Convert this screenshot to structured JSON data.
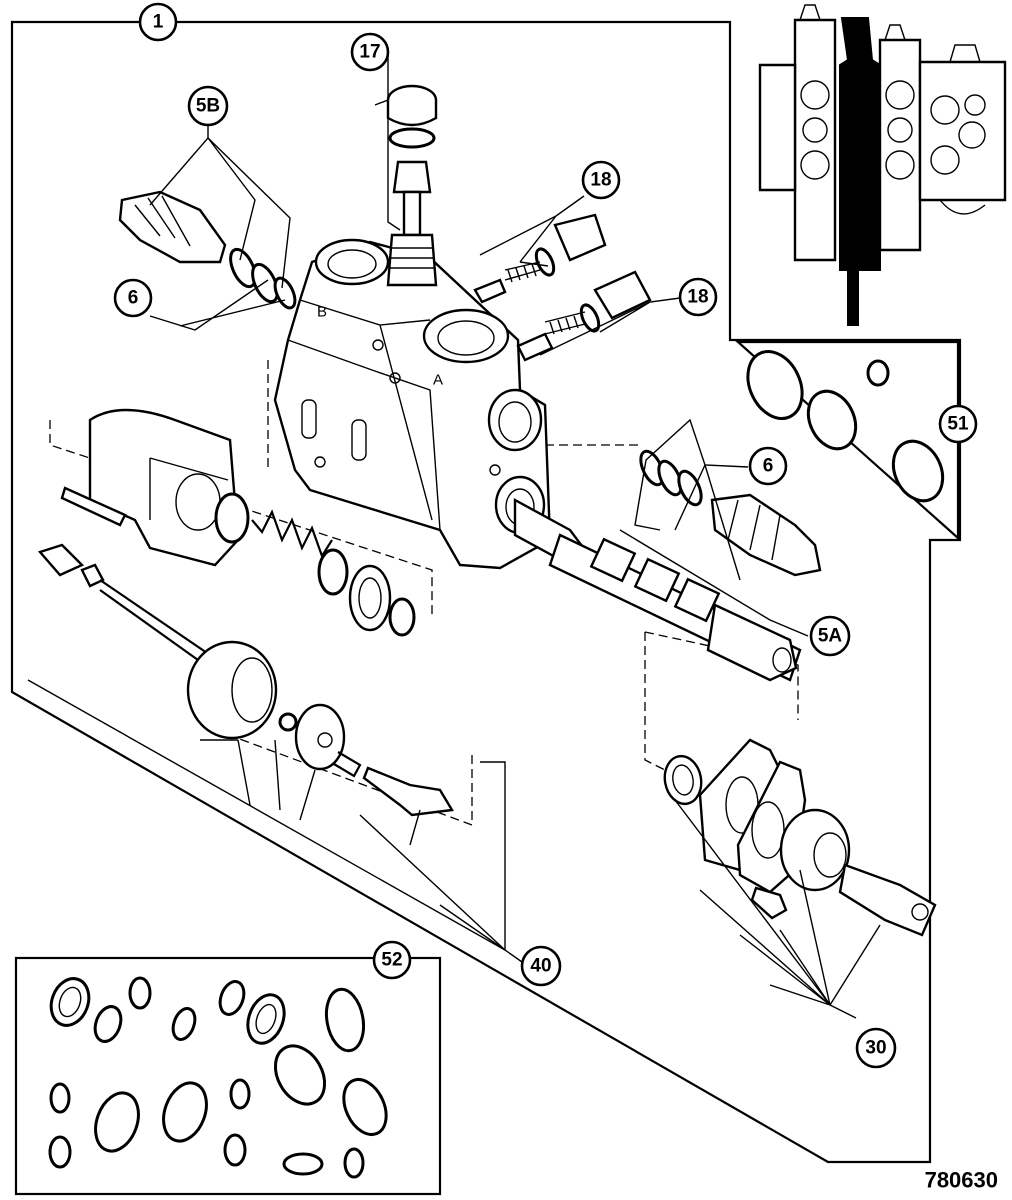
{
  "figure_number": "780630",
  "port_labels": {
    "port_a": "A",
    "port_b": "B"
  },
  "callouts": {
    "c1": "1",
    "c17": "17",
    "c5b": "5B",
    "c18_top": "18",
    "c18_mid": "18",
    "c6_left": "6",
    "c6_right": "6",
    "c51": "51",
    "c5a": "5A",
    "c40": "40",
    "c52": "52",
    "c30": "30"
  }
}
